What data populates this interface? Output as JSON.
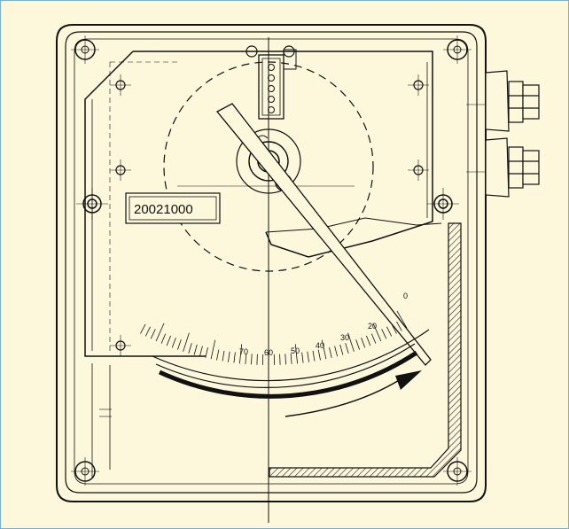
{
  "serial_label": "20021000",
  "scale": {
    "labels": [
      "0",
      "20",
      "30",
      "40",
      "50",
      "60",
      "70"
    ]
  },
  "colors": {
    "background": "#fdf8dc",
    "border": "#7ab0d4",
    "ink": "#111111"
  }
}
